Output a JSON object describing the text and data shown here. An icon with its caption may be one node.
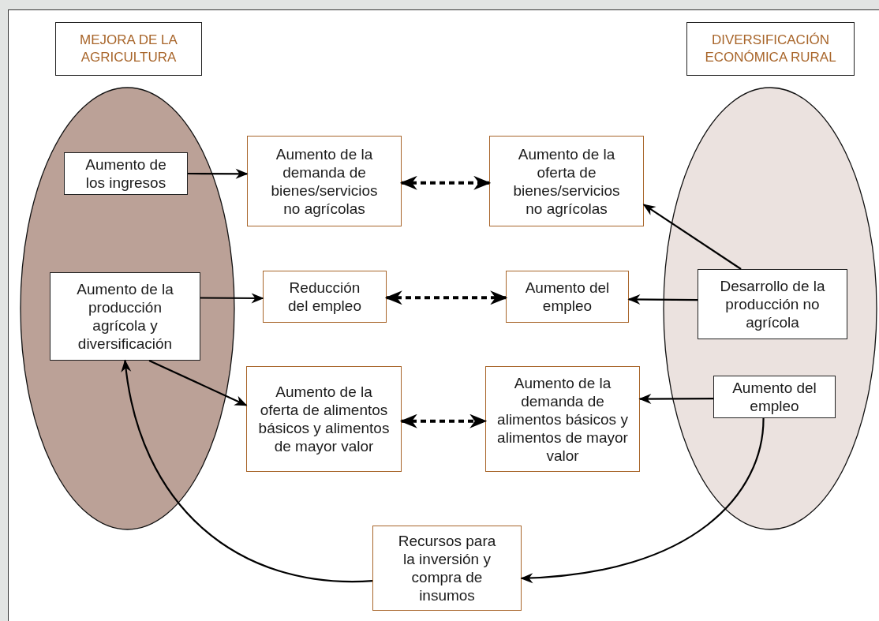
{
  "diagram": {
    "nodes": [
      {
        "text": [
          "MEJORA DE LA AGRICULTURA"
        ]
      },
      {
        "text": [
          "DIVERSIFICACIÓN ECONÓMICA RURAL"
        ]
      },
      {
        "text": [],
        "shape": "ellipse"
      },
      {
        "text": [
          "Aumento de los ingresos"
        ],
        "in": 2
      },
      {
        "text": [
          "Aumento de la producción agrícola y diversificación"
        ],
        "in": 2
      },
      {
        "text": [
          "Aumento de la demanda de bienes/servicios no agrícolas"
        ]
      },
      {
        "text": [
          "Reducción del empleo"
        ]
      },
      {
        "text": [
          "Aumento de la oferta de alimentos básicos y alimentos de mayor valor"
        ]
      },
      {
        "text": [
          "Aumento de la oferta de bienes/servicios no agrícolas"
        ]
      },
      {
        "text": [
          "Aumento del empleo"
        ]
      },
      {
        "text": [
          "Aumento de la demanda de alimentos básicos y alimentos de mayor valor"
        ]
      },
      {
        "text": [],
        "shape": "ellipse"
      },
      {
        "text": [
          "Desarrollo de la producción no agrícola"
        ],
        "in": 11
      },
      {
        "text": [
          "Aumento del empleo"
        ],
        "in": 11
      },
      {
        "text": [
          "Recursos para la inversión y compra de insumos"
        ]
      }
    ],
    "edges": [
      {
        "from": 3,
        "to": 5,
        "arrow": "to"
      },
      {
        "from": 4,
        "to": 6,
        "arrow": "to"
      },
      {
        "from": 4,
        "to": 7,
        "arrow": "to"
      },
      {
        "from": 5,
        "to": 8,
        "arrow": "both",
        "style": "dashed"
      },
      {
        "from": 6,
        "to": 9,
        "arrow": "both",
        "style": "dashed"
      },
      {
        "from": 7,
        "to": 10,
        "arrow": "both",
        "style": "dashed"
      },
      {
        "from": 12,
        "to": 8,
        "arrow": "to"
      },
      {
        "from": 12,
        "to": 9,
        "arrow": "to"
      },
      {
        "from": 13,
        "to": 10,
        "arrow": "to"
      },
      {
        "from": 13,
        "to": 14,
        "arrow": "to"
      },
      {
        "from": 14,
        "to": 4,
        "arrow": "to"
      }
    ]
  }
}
